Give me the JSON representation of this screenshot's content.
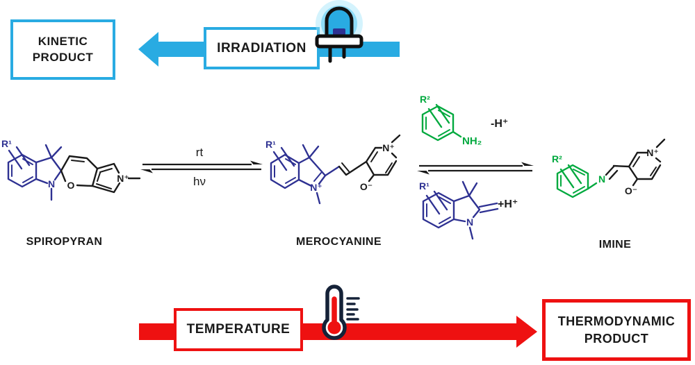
{
  "colors": {
    "cyan": "#29ABE2",
    "red": "#EE1111",
    "structure_blue": "#2E3192",
    "structure_green": "#00A93E",
    "structure_black": "#1A1A1A",
    "thermometer_dark": "#152238"
  },
  "kinetic_box": {
    "label": "KINETIC PRODUCT"
  },
  "irradiation_box": {
    "label": "IRRADIATION"
  },
  "temperature_box": {
    "label": "TEMPERATURE"
  },
  "thermodynamic_box": {
    "label": "THERMODYNAMIC PRODUCT"
  },
  "equilibrium_1": {
    "top_label": "rt",
    "bottom_label": "hν"
  },
  "reagent_labels": {
    "deprotonation": "-H⁺",
    "protonation": "+H⁺"
  },
  "structures": {
    "spiropyran": {
      "name": "SPIROPYRAN",
      "atoms": {
        "r1": "R¹",
        "n": "N",
        "o": "O",
        "n_plus": "N⁺"
      }
    },
    "merocyanine": {
      "name": "MEROCYANINE",
      "atoms": {
        "r1": "R¹",
        "n_plus_indolium": "N⁺",
        "n_plus_pyridinium": "N⁺",
        "o_minus": "O⁻"
      }
    },
    "aniline": {
      "atoms": {
        "r2": "R²",
        "nh2": "NH₂"
      }
    },
    "fischer_base": {
      "atoms": {
        "r1": "R¹",
        "n": "N"
      }
    },
    "imine": {
      "name": "IMINE",
      "atoms": {
        "r2": "R²",
        "n": "N",
        "n_plus": "N⁺",
        "o_minus": "O⁻"
      }
    }
  }
}
